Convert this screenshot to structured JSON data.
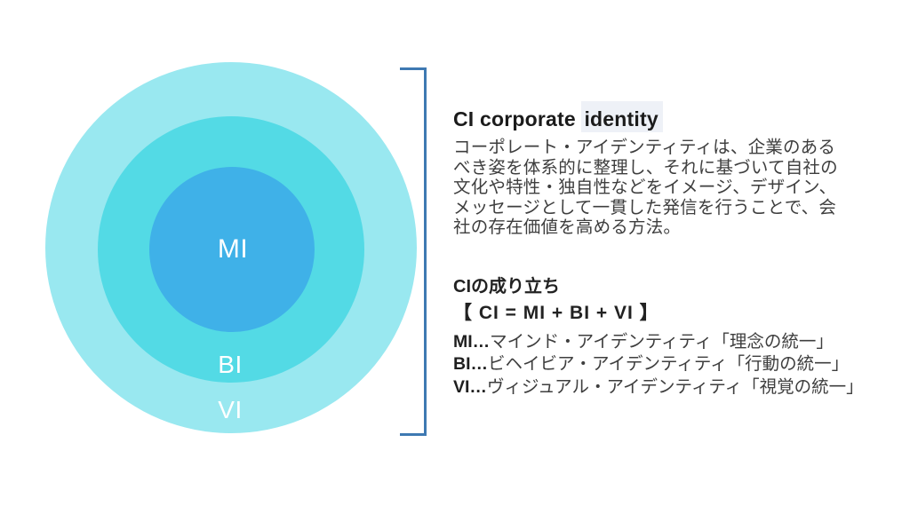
{
  "diagram": {
    "circles": [
      {
        "id": "vi",
        "label": "VI",
        "color": "#99E8F0"
      },
      {
        "id": "bi",
        "label": "BI",
        "color": "#53DAE5"
      },
      {
        "id": "mi",
        "label": "MI",
        "color": "#3FB1E8"
      }
    ],
    "bracket_color": "#3E79B2"
  },
  "content": {
    "heading": {
      "prefix": "CI corporate ",
      "highlight": "identity"
    },
    "description_lines": [
      "コーポレート・アイデンティティは、企業のある",
      "べき姿を体系的に整理し、それに基づいて自社の",
      "文化や特性・独自性などをイメージ、デザイン、",
      "メッセージとして一貫した発信を行うことで、会",
      "社の存在価値を高める方法。"
    ],
    "subheading": "CIの成り立ち",
    "formula": "【 CI = MI + BI + VI 】",
    "items": [
      {
        "prefix": "MI…",
        "text": "マインド・アイデンティティ「理念の統一」"
      },
      {
        "prefix": "BI…",
        "text": "ビヘイビア・アイデンティティ「行動の統一」"
      },
      {
        "prefix": "VI…",
        "text": "ヴィジュアル・アイデンティティ「視覚の統一」"
      }
    ]
  },
  "colors": {
    "heading_text": "#1b1b1b",
    "body_text": "#3e3e3e",
    "ring_label_text": "#ffffff",
    "highlight_bg": "#eef1f7",
    "background": "#ffffff"
  }
}
